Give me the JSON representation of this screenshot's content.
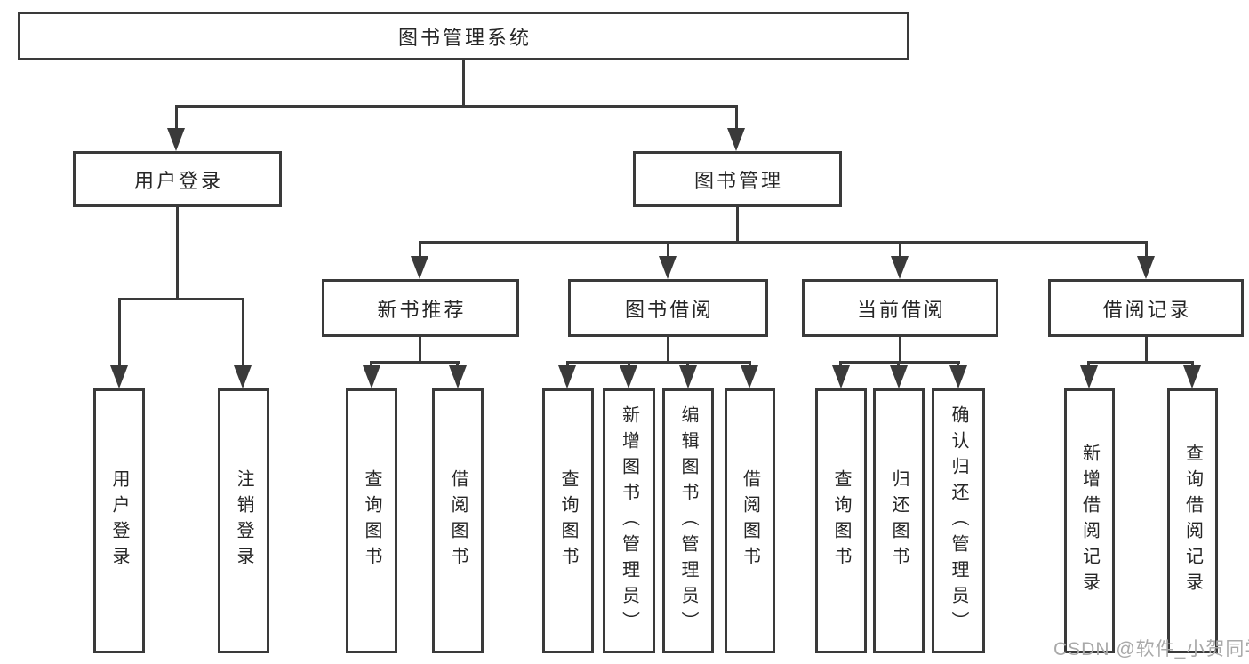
{
  "diagram": {
    "root": {
      "label": "图书管理系统"
    },
    "level2": [
      {
        "label": "用户登录"
      },
      {
        "label": "图书管理"
      }
    ],
    "level3": [
      {
        "label": "新书推荐"
      },
      {
        "label": "图书借阅"
      },
      {
        "label": "当前借阅"
      },
      {
        "label": "借阅记录"
      }
    ],
    "leaves": {
      "user_login": [
        "用户登录",
        "注销登录"
      ],
      "new_book_recommend": [
        "查询图书",
        "借阅图书"
      ],
      "book_borrow": [
        "查询图书",
        "新增图书（管理员）",
        "编辑图书（管理员）",
        "借阅图书"
      ],
      "current_borrow": [
        "查询图书",
        "归还图书",
        "确认归还（管理员）"
      ],
      "borrow_record": [
        "新增借阅记录",
        "查询借阅记录"
      ]
    }
  },
  "watermark": {
    "text": "CSDN @软件_小贺同学"
  },
  "colors": {
    "line": "#3a3a3a",
    "text": "#262626",
    "watermark": "#a9a9a9",
    "background": "#ffffff"
  }
}
